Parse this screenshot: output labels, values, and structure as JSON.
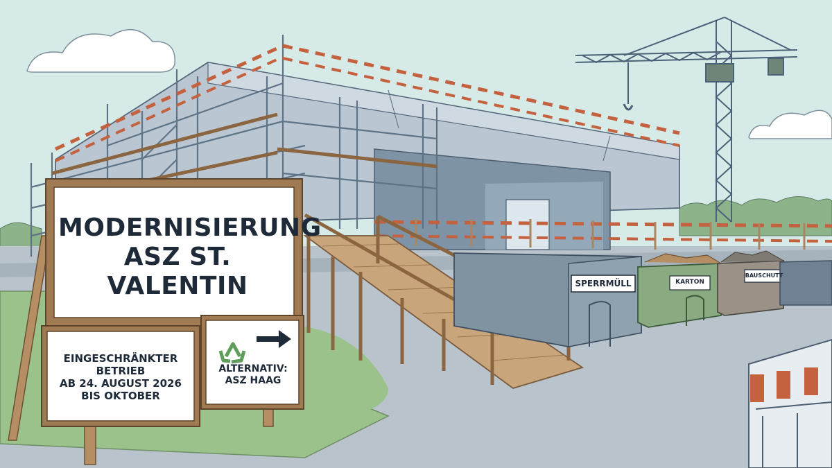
{
  "main_sign": {
    "title_line1": "MODERNISIERUNG",
    "title_line2": "ASZ ST. VALENTIN"
  },
  "info_sign": {
    "line1": "EINGESCHRÄNKTER BETRIEB",
    "line2": "AB 24. AUGUST 2026",
    "line3": "BIS OKTOBER"
  },
  "alternative_sign": {
    "icon": "recycling-icon",
    "arrow": "arrow-right-icon",
    "line1": "ALTERNATIV:",
    "line2": "ASZ HAAG"
  },
  "containers": [
    {
      "label": "SPERRMÜLL",
      "color": "#7f93a1"
    },
    {
      "label": "KARTON",
      "color": "#8aaa82"
    },
    {
      "label": "BAUSCHUTT",
      "color": "#9a9286"
    }
  ],
  "colors": {
    "sky": "#d6ebe8",
    "building": "#a9b9c8",
    "scaffold": "#5e7386",
    "wood": "#c9a57c",
    "barrier_red": "#c4613f",
    "grass": "#9ac28a",
    "road": "#b8c3cc",
    "sign_border": "#a07a52",
    "text": "#1f2a38"
  }
}
